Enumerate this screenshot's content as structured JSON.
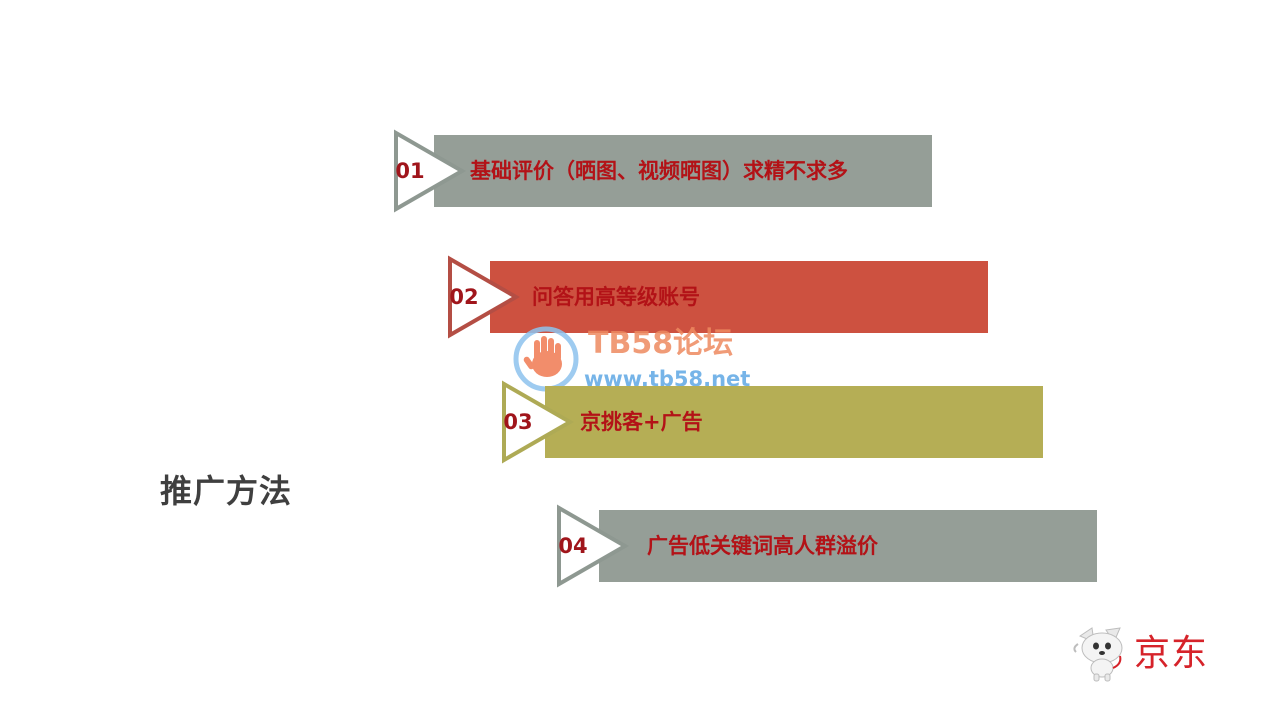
{
  "slide": {
    "side_title": "推广方法",
    "steps": [
      {
        "num": "01",
        "label": "基础评价（晒图、视频晒图）求精不求多",
        "bar_color": "#959e97",
        "arrow_color": "#8e9891"
      },
      {
        "num": "02",
        "label": "问答用高等级账号",
        "bar_color": "#cd5140",
        "arrow_color": "#b44e44"
      },
      {
        "num": "03",
        "label": "京挑客+广告",
        "bar_color": "#b5ae55",
        "arrow_color": "#aeaa55"
      },
      {
        "num": "04",
        "label": "广告低关键词高人群溢价",
        "bar_color": "#959e97",
        "arrow_color": "#8e9891"
      }
    ]
  },
  "watermark": {
    "title": "TB58论坛",
    "url": "www.tb58.net",
    "icon": "hand-icon"
  },
  "brand": {
    "name": "京东",
    "icon": "jd-dog-mascot-icon",
    "color": "#d6232a"
  }
}
